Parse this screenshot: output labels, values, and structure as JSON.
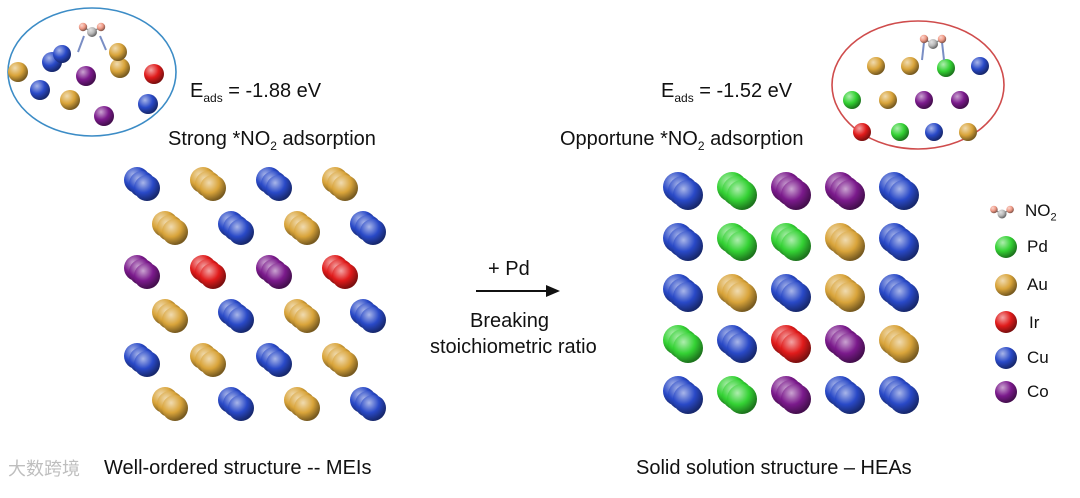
{
  "colors": {
    "Au": "#d9a43a",
    "Cu": "#2949c7",
    "Ir": "#e01b1b",
    "Co": "#7b1a8c",
    "Pd": "#34d234",
    "N": "#b8b8b8",
    "O": "#f09a86",
    "left_circle": "#3c8cc6",
    "right_circle": "#cf4c4c",
    "arrow": "#111111"
  },
  "left_panel": {
    "energy_prefix": "E",
    "energy_sub": "ads",
    "energy_value": " = -1.88 eV",
    "adsorption_pre": "Strong *NO",
    "adsorption_sub": "2",
    "adsorption_post": " adsorption",
    "caption": "Well-ordered structure -- MEIs",
    "lattice_rows": [
      [
        "Cu",
        "Au",
        "Cu",
        "Au"
      ],
      [
        "Au",
        "Cu",
        "Au",
        "Cu"
      ],
      [
        "Co",
        "Ir",
        "Co",
        "Ir"
      ],
      [
        "Au",
        "Cu",
        "Au",
        "Cu"
      ],
      [
        "Cu",
        "Au",
        "Cu",
        "Au"
      ],
      [
        "Au",
        "Cu",
        "Au",
        "Cu"
      ]
    ],
    "inset_atoms": [
      "Au",
      "Cu",
      "Co",
      "Au",
      "Ir",
      "Cu",
      "Au",
      "Co",
      "Cu"
    ]
  },
  "right_panel": {
    "energy_prefix": "E",
    "energy_sub": "ads",
    "energy_value": " = -1.52 eV",
    "adsorption_pre": "Opportune *NO",
    "adsorption_sub": "2",
    "adsorption_post": " adsorption",
    "caption": "Solid solution structure –  HEAs",
    "lattice_rows": [
      [
        "Cu",
        "Pd",
        "Co",
        "Co",
        "Cu"
      ],
      [
        "Cu",
        "Pd",
        "Pd",
        "Au",
        "Cu"
      ],
      [
        "Cu",
        "Au",
        "Cu",
        "Au",
        "Cu"
      ],
      [
        "Pd",
        "Cu",
        "Ir",
        "Co",
        "Au"
      ],
      [
        "Cu",
        "Pd",
        "Co",
        "Cu",
        "Cu"
      ]
    ],
    "inset_atoms": [
      "Au",
      "Au",
      "Pd",
      "Cu",
      "Pd",
      "Au",
      "Co",
      "Co",
      "Pd",
      "Cu",
      "Au"
    ]
  },
  "arrow": {
    "top_label": "+ Pd",
    "bottom_line1": "Breaking",
    "bottom_line2": "stoichiometric ratio"
  },
  "legend": [
    {
      "label_pre": "NO",
      "label_sub": "2",
      "icon": "no2-molecule-icon"
    },
    {
      "label": "Pd",
      "element": "Pd"
    },
    {
      "label": "Au",
      "element": "Au"
    },
    {
      "label": "Ir",
      "element": "Ir"
    },
    {
      "label": "Cu",
      "element": "Cu"
    },
    {
      "label": "Co",
      "element": "Co"
    }
  ],
  "watermark": "大数跨境"
}
